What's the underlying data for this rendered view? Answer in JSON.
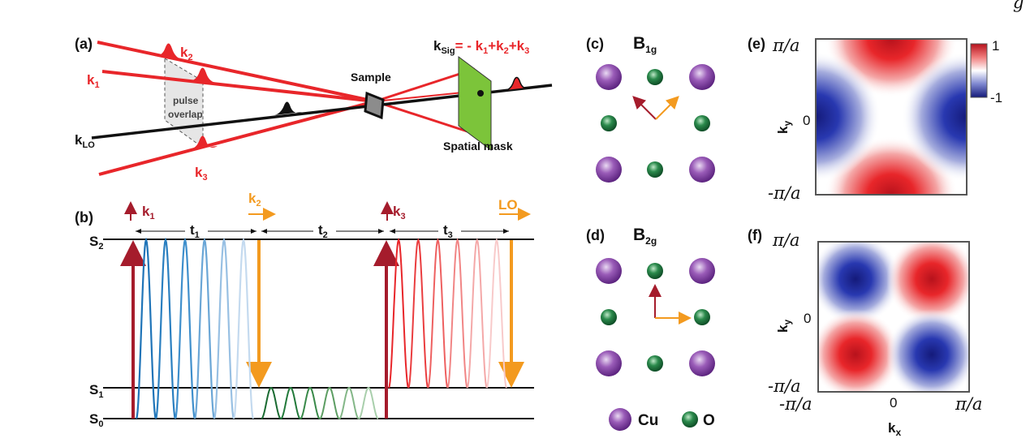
{
  "panels": {
    "a": "(a)",
    "b": "(b)",
    "c": "(c)",
    "d": "(d)",
    "e": "(e)",
    "f": "(f)"
  },
  "page_corner_mark": "g",
  "panel_a": {
    "k1": "k",
    "k1_sub": "1",
    "k2": "k",
    "k2_sub": "2",
    "k3": "k",
    "k3_sub": "3",
    "klo": "k",
    "klo_sub": "LO",
    "ksig_main": "k",
    "ksig_sub": "Sig",
    "ksig_eq": "= - k",
    "ksig_t1": "1",
    "ksig_t2": "+k",
    "ksig_t2s": "2",
    "ksig_t3": "+k",
    "ksig_t3s": "3",
    "sample": "Sample",
    "spatial_mask": "Spatial mask",
    "pulse_overlap_1": "pulse",
    "pulse_overlap_2": "overlap"
  },
  "panel_b": {
    "k1": "k",
    "k1_sub": "1",
    "k2": "k",
    "k2_sub": "2",
    "k3": "k",
    "k3_sub": "3",
    "lo": "LO",
    "t1": "t",
    "t1_sub": "1",
    "t2": "t",
    "t2_sub": "2",
    "t3": "t",
    "t3_sub": "3",
    "s2": "S",
    "s2_sub": "2",
    "s1": "S",
    "s1_sub": "1",
    "s0": "S",
    "s0_sub": "0"
  },
  "panel_c": {
    "title": "B",
    "title_sub": "1g"
  },
  "panel_d": {
    "title": "B",
    "title_sub": "2g"
  },
  "legend": {
    "cu": "Cu",
    "o": "O"
  },
  "panel_e": {
    "ytick_top": "π/a",
    "ytick_mid": "0",
    "ytick_bot": "-π/a",
    "ylabel": "k",
    "ylabel_sub": "y",
    "cbar_max": "1",
    "cbar_min": "-1"
  },
  "panel_f": {
    "ytick_top": "π/a",
    "ytick_mid": "0",
    "ytick_bot": "-π/a",
    "ylabel": "k",
    "ylabel_sub": "y",
    "xtick_left": "-π/a",
    "xtick_mid": "0",
    "xtick_right": "π/a",
    "xlabel": "k",
    "xlabel_sub": "x"
  },
  "colors": {
    "beam_red": "#e8262a",
    "lo_black": "#111111",
    "k_arrow": "#a51c2c",
    "lo_arrow": "#f39a1f",
    "cu": "#7b3a96",
    "o": "#1e6b3a",
    "mask": "#7cc43a"
  }
}
